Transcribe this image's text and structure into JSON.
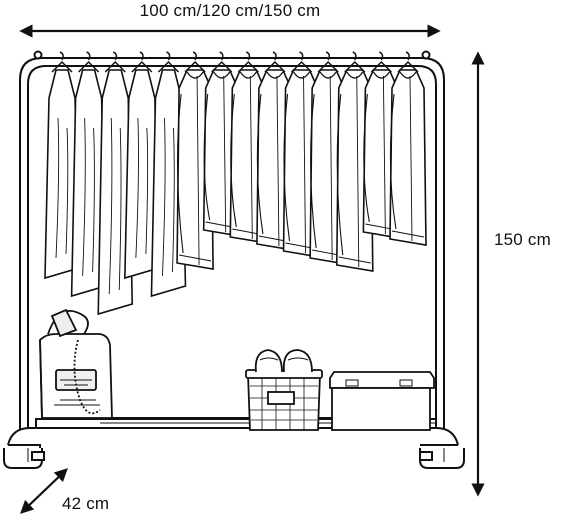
{
  "dimensions": {
    "width": "100 cm/120 cm/150 cm",
    "height": "150 cm",
    "depth": "42 cm"
  },
  "colors": {
    "line": "#111111",
    "fill": "#ffffff",
    "shade": "#d8d8d8"
  },
  "garments": {
    "count": 14,
    "types": [
      "dress",
      "dress",
      "dress",
      "dress",
      "dress",
      "jacket",
      "jacket",
      "jacket",
      "jacket",
      "jacket",
      "jacket",
      "jacket",
      "jacket",
      "jacket"
    ]
  },
  "objects": [
    "tote-bag",
    "wicker-basket",
    "storage-box"
  ],
  "icons": [
    "double-arrow-horizontal-icon",
    "double-arrow-vertical-icon",
    "double-arrow-diagonal-icon"
  ]
}
